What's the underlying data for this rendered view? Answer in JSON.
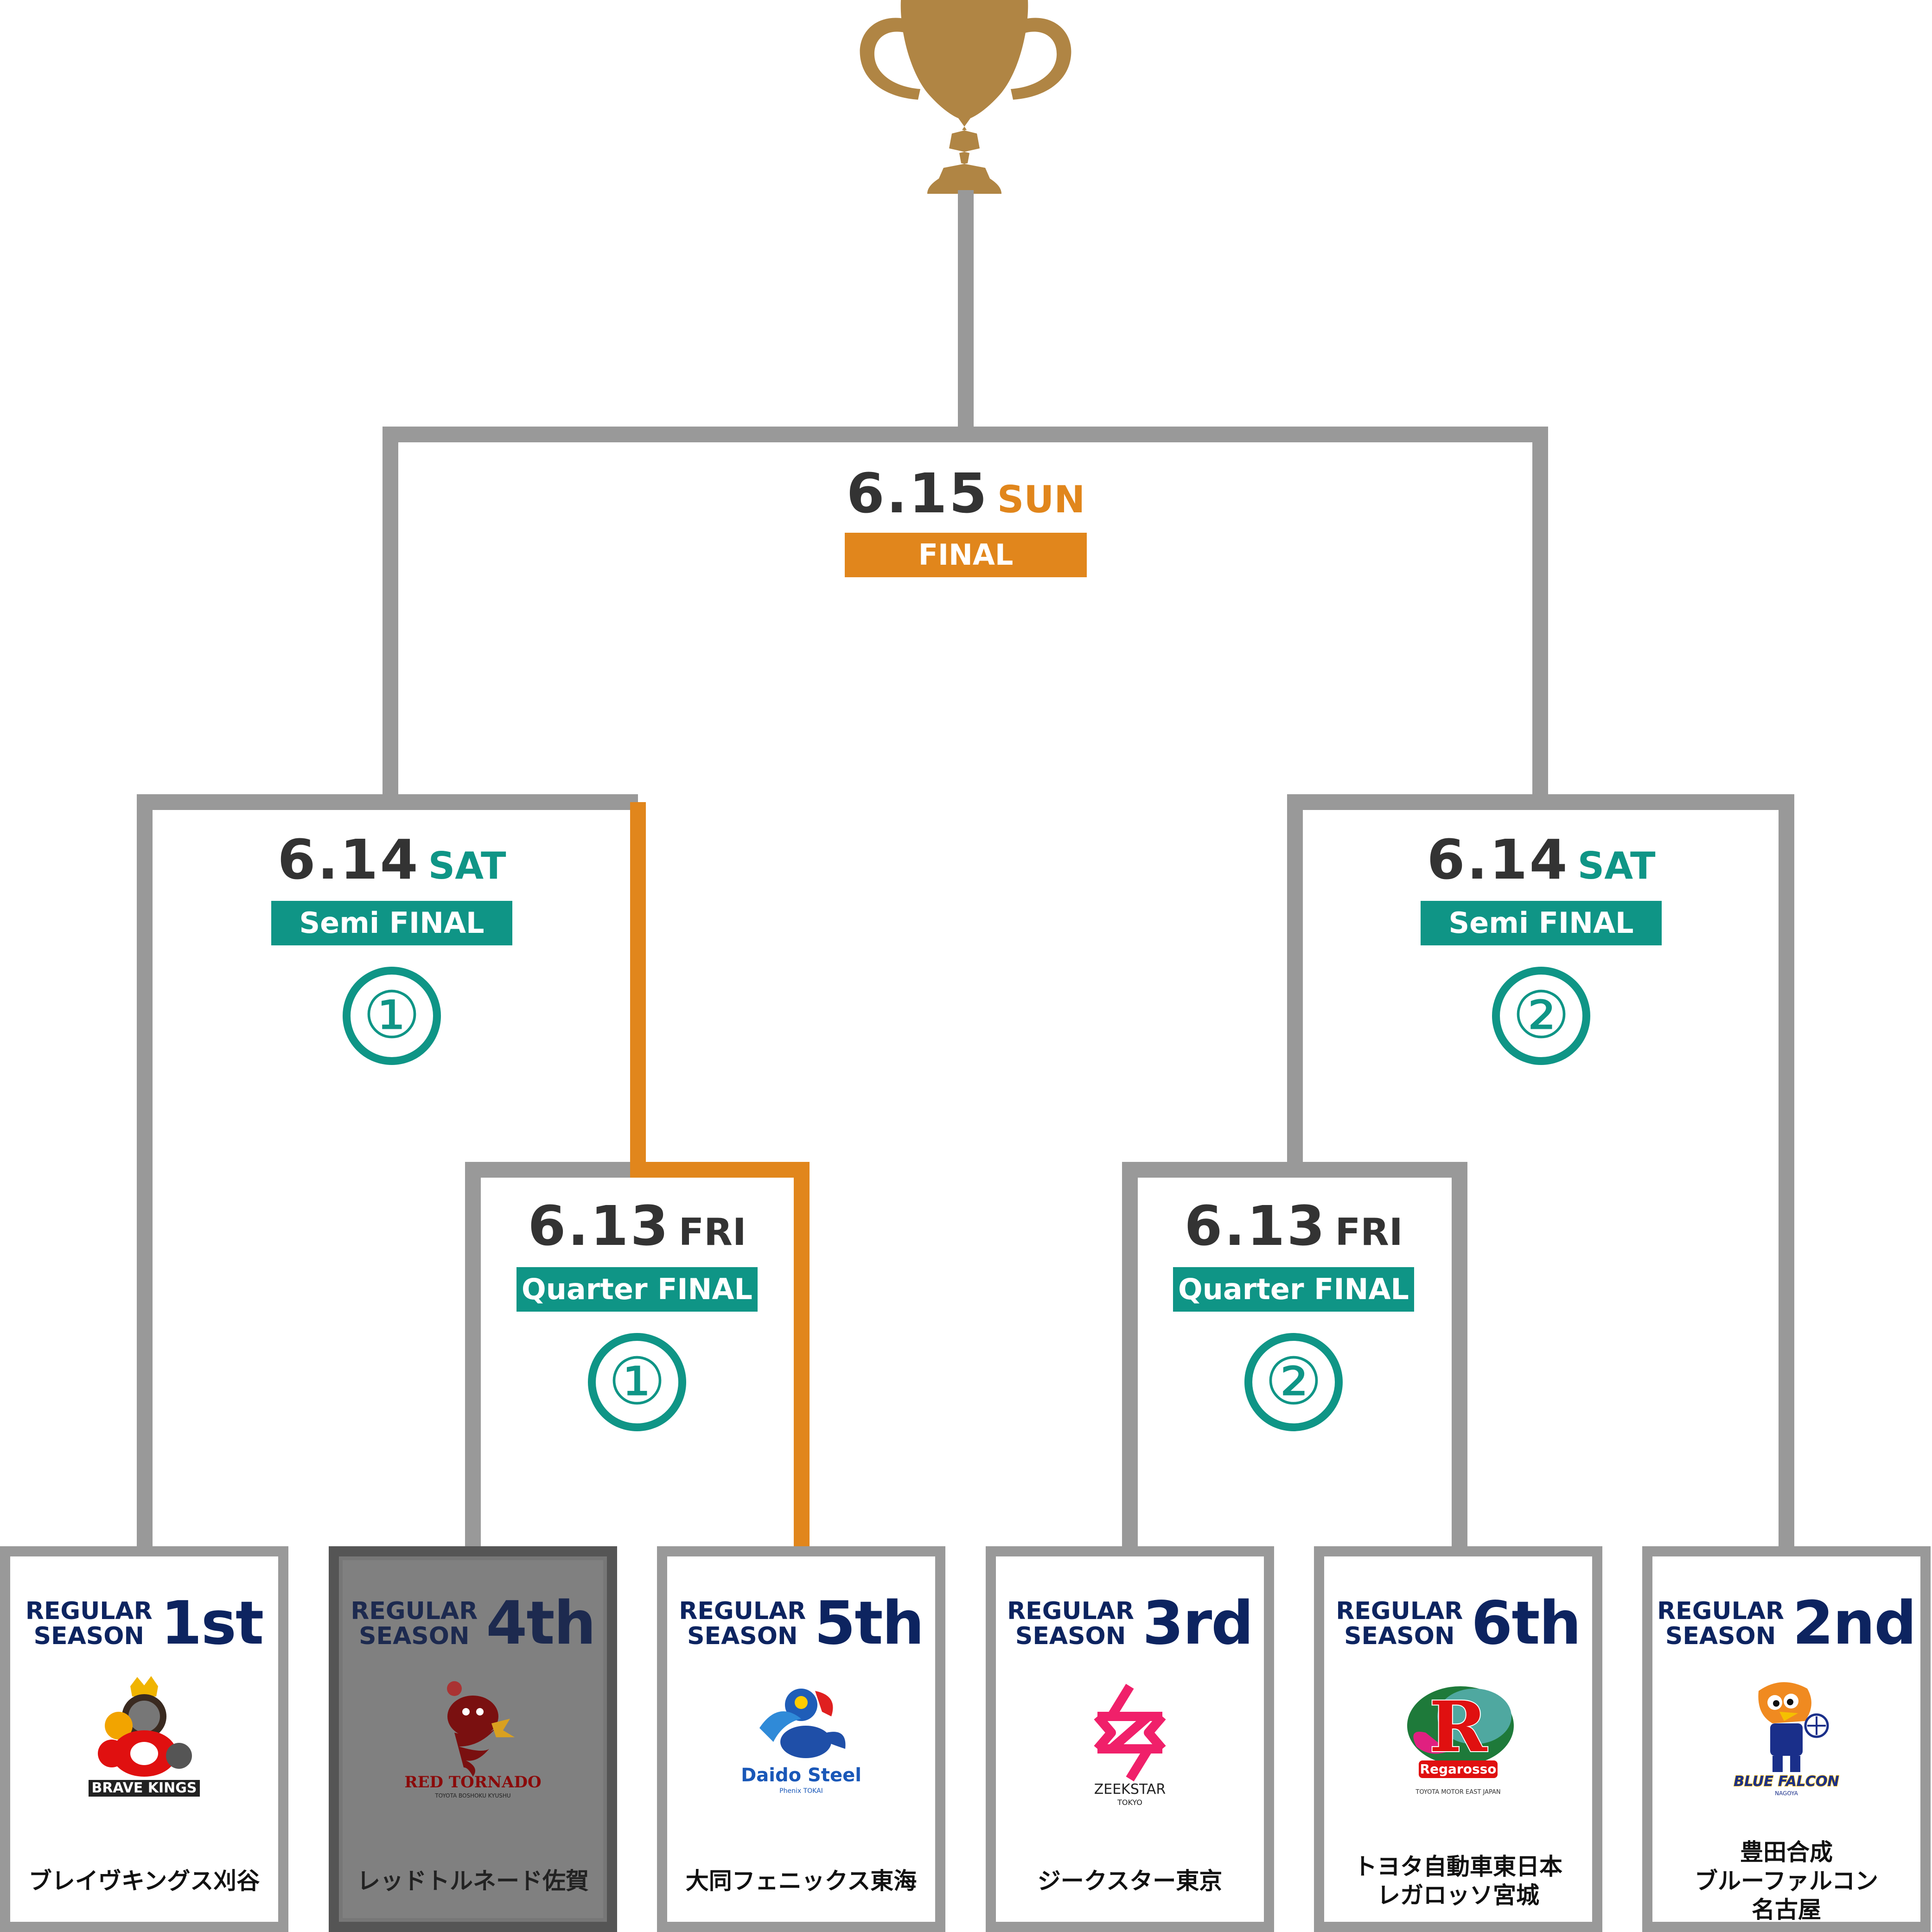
{
  "colors": {
    "trophy": "#b08544",
    "line": "#999999",
    "winner_path": "#e1861c",
    "teal": "#0f9586",
    "orange": "#e1861c",
    "navy": "#0d2460"
  },
  "trophy_icon": "trophy-icon",
  "final": {
    "date": "6.15",
    "day": "SUN",
    "label": "FINAL"
  },
  "semi_finals": [
    {
      "date": "6.14",
      "day": "SAT",
      "label": "Semi FINAL",
      "number": "①"
    },
    {
      "date": "6.14",
      "day": "SAT",
      "label": "Semi FINAL",
      "number": "②"
    }
  ],
  "quarter_finals": [
    {
      "date": "6.13",
      "day": "FRI",
      "label": "Quarter FINAL",
      "number": "①"
    },
    {
      "date": "6.13",
      "day": "FRI",
      "label": "Quarter FINAL",
      "number": "②"
    }
  ],
  "teams": [
    {
      "season_label_1": "REGULAR",
      "season_label_2": "SEASON",
      "rank": "1st",
      "name": "ブレイヴキングス刈谷",
      "logo_text": "BRAVE KINGS",
      "logo_icon": "brave-kings-logo-icon",
      "eliminated": false
    },
    {
      "season_label_1": "REGULAR",
      "season_label_2": "SEASON",
      "rank": "4th",
      "name": "レッドトルネード佐賀",
      "logo_text": "RED TORNADO",
      "logo_sub": "TOYOTA BOSHOKU KYUSHU",
      "logo_icon": "red-tornado-logo-icon",
      "eliminated": true
    },
    {
      "season_label_1": "REGULAR",
      "season_label_2": "SEASON",
      "rank": "5th",
      "name": "大同フェニックス東海",
      "logo_text": "Daido Steel",
      "logo_sub": "Phenix TOKAI",
      "logo_icon": "daido-phenix-logo-icon",
      "eliminated": false
    },
    {
      "season_label_1": "REGULAR",
      "season_label_2": "SEASON",
      "rank": "3rd",
      "name": "ジークスター東京",
      "logo_text": "ZEEKSTAR",
      "logo_sub": "TOKYO",
      "logo_icon": "zeekstar-logo-icon",
      "eliminated": false
    },
    {
      "season_label_1": "REGULAR",
      "season_label_2": "SEASON",
      "rank": "6th",
      "name": "トヨタ自動車東日本\nレガロッソ宮城",
      "logo_text": "Regarosso",
      "logo_sub": "TOYOTA MOTOR EAST JAPAN",
      "logo_icon": "regarosso-logo-icon",
      "eliminated": false
    },
    {
      "season_label_1": "REGULAR",
      "season_label_2": "SEASON",
      "rank": "2nd",
      "name": "豊田合成\nブルーファルコン\n名古屋",
      "logo_text": "BLUE FALCON",
      "logo_sub": "NAGOYA",
      "logo_icon": "blue-falcon-logo-icon",
      "eliminated": false
    }
  ]
}
